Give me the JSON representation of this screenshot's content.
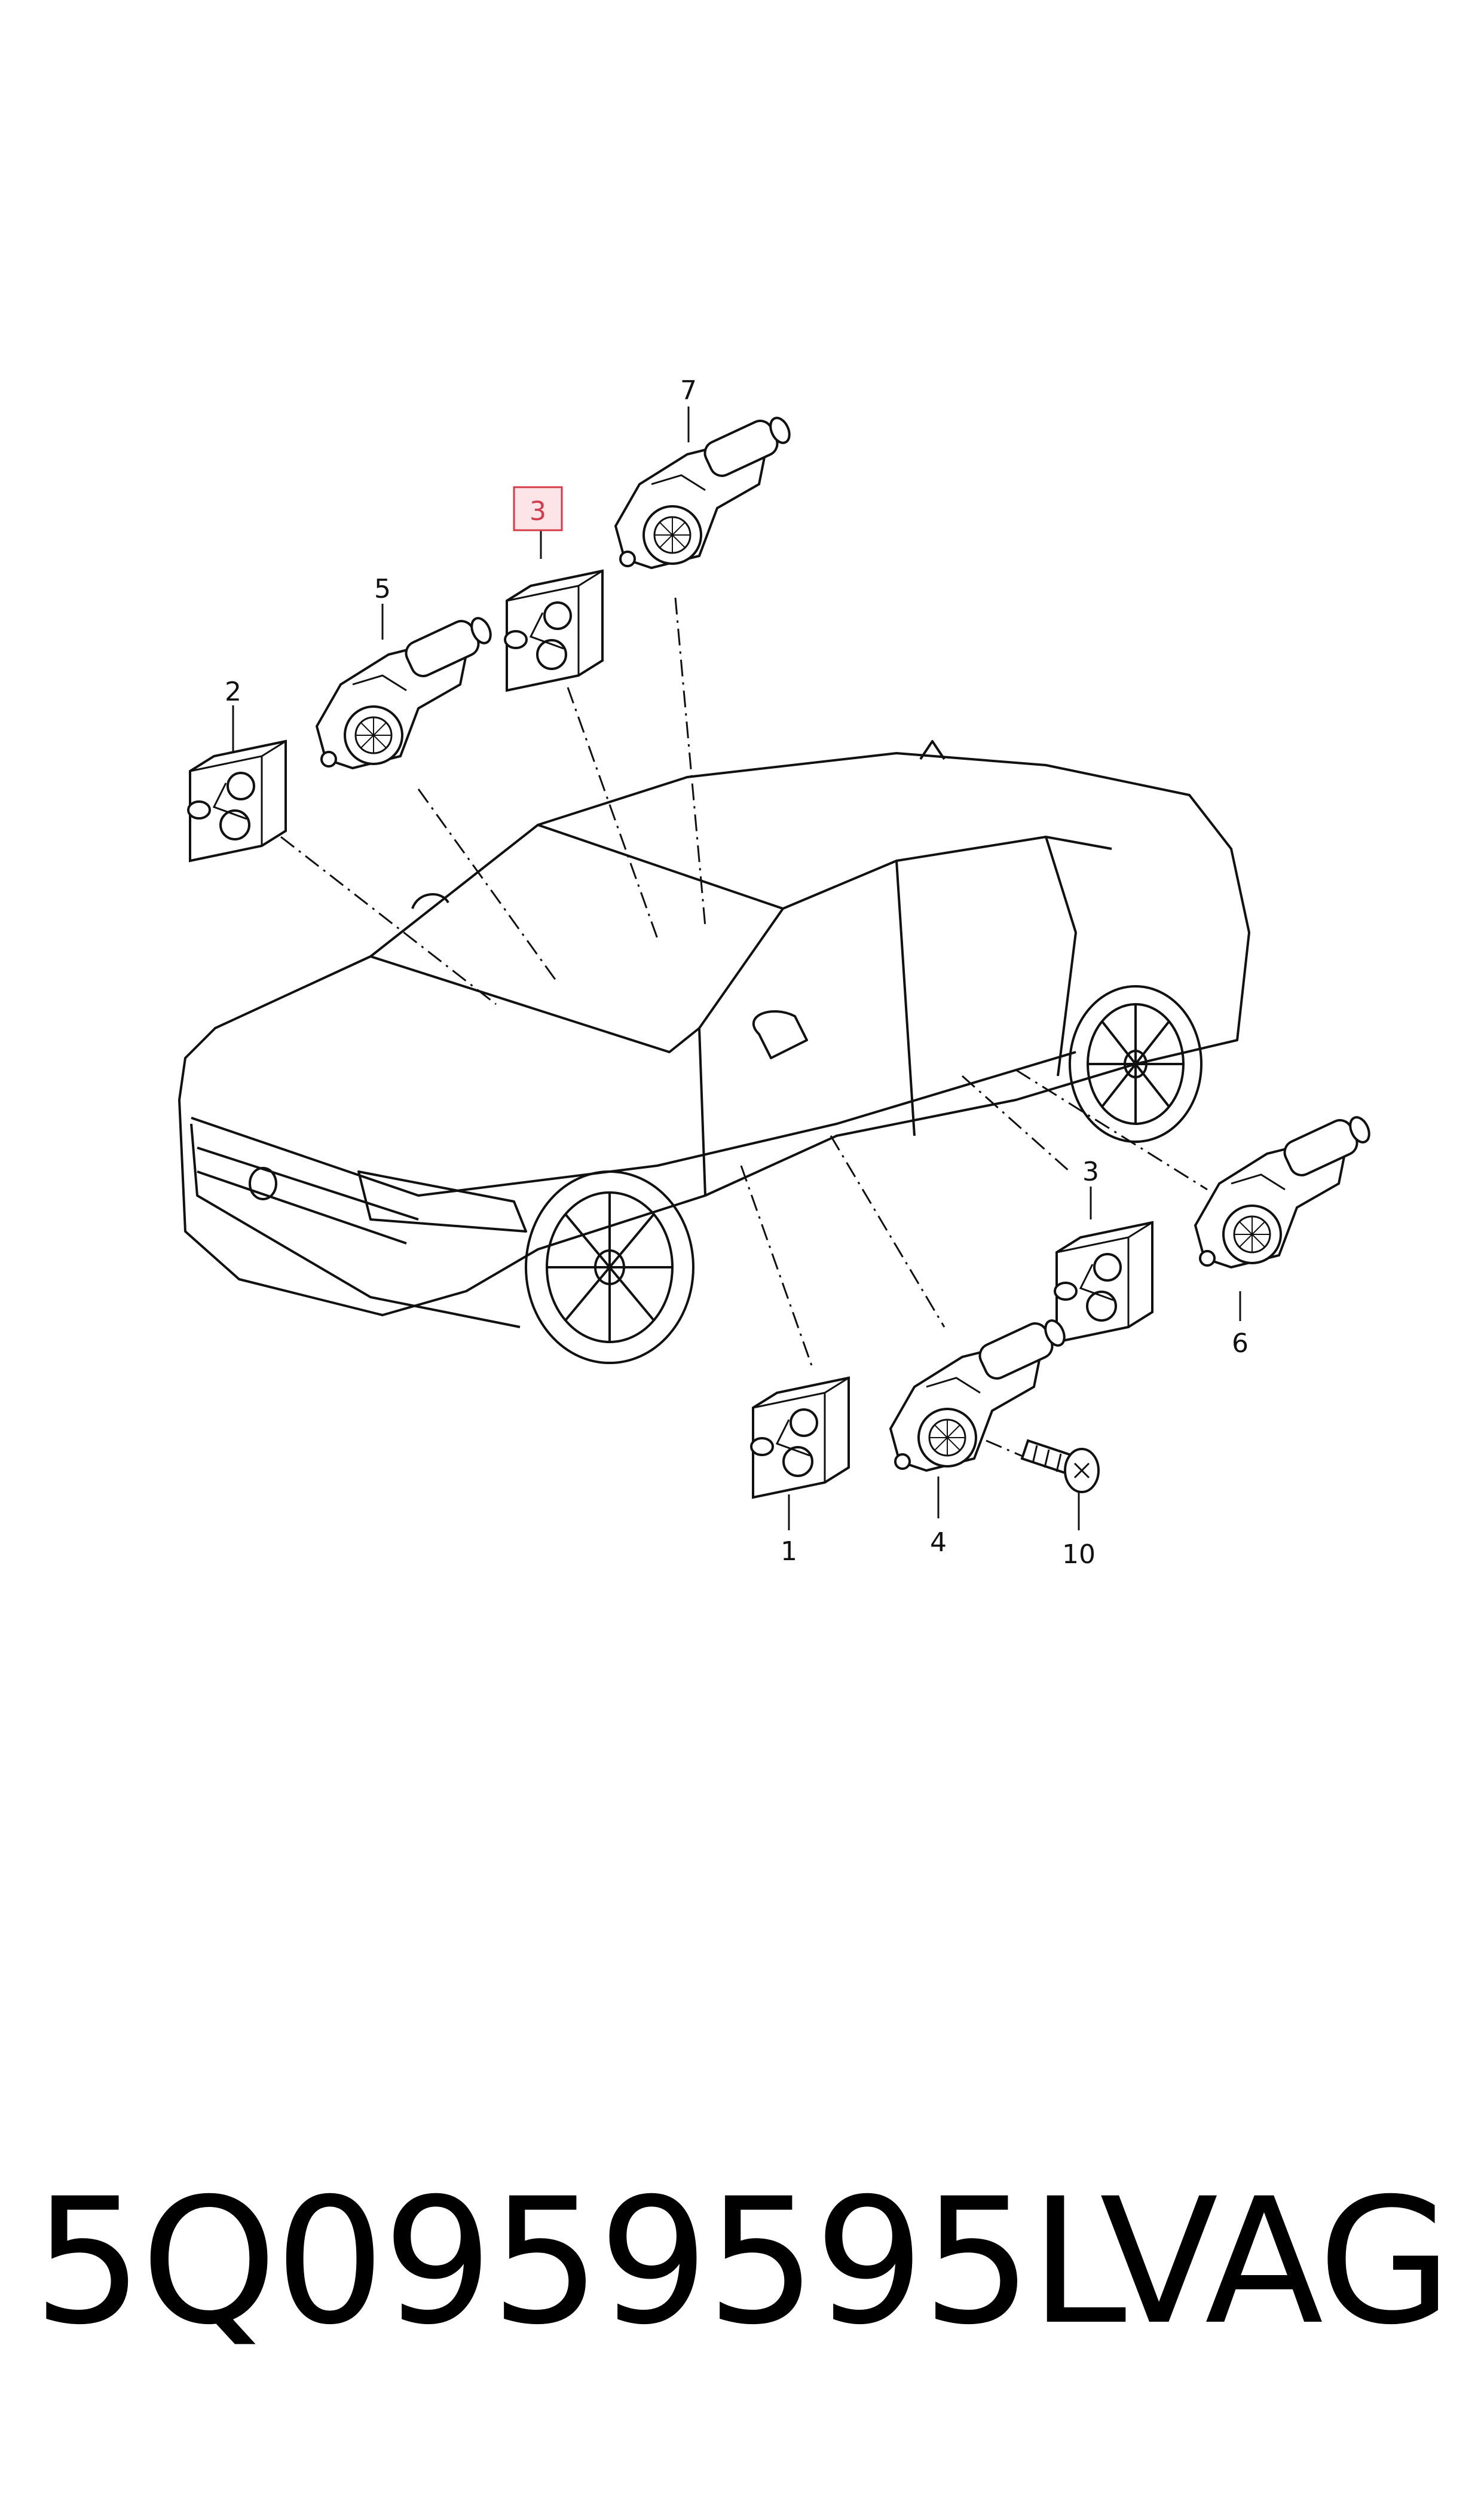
{
  "diagram": {
    "callouts": [
      {
        "id": "c7",
        "text": "7"
      },
      {
        "id": "c3a",
        "text": "3",
        "highlighted": true
      },
      {
        "id": "c5",
        "text": "5"
      },
      {
        "id": "c2",
        "text": "2"
      },
      {
        "id": "c3b",
        "text": "3"
      },
      {
        "id": "c6",
        "text": "6"
      },
      {
        "id": "c1",
        "text": "1"
      },
      {
        "id": "c4",
        "text": "4"
      },
      {
        "id": "c10",
        "text": "10"
      }
    ],
    "highlight_color": "#d33a4a"
  },
  "footer": {
    "part_number": "5Q0959595L",
    "brand": "VAG"
  }
}
